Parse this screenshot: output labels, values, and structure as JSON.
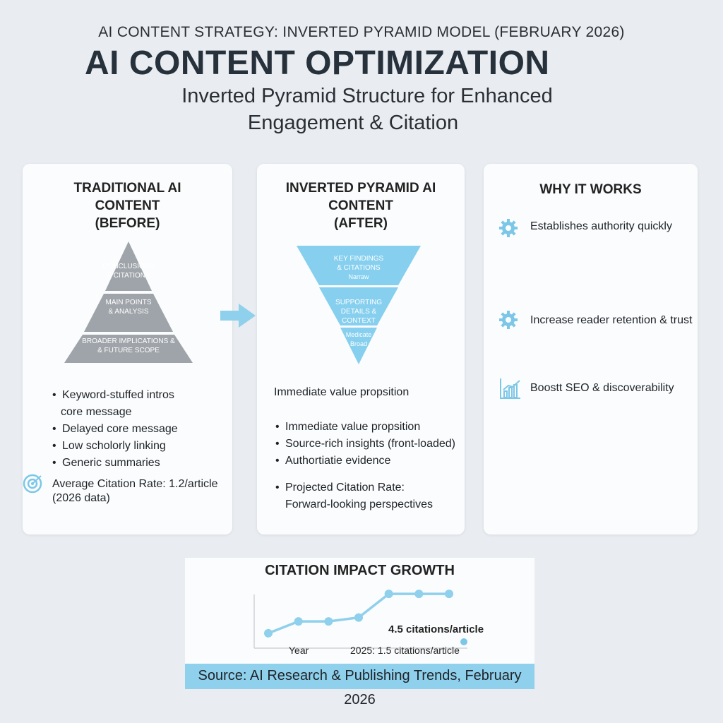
{
  "header": {
    "kicker": "AI CONTENT STRATEGY: INVERTED PYRAMID MODEL (FEBRUARY 2026)",
    "title": "AI CONTENT OPTIMIZATION",
    "subtitle_line1": "Inverted Pyramid Structure for Enhanced",
    "subtitle_line2": "Engagement & Citation"
  },
  "before": {
    "title_line1": "TRADITIONAL AI",
    "title_line2": "CONTENT",
    "title_line3": "(BEFORE)",
    "pyramid": {
      "top_l1": "CONCLUSIONS",
      "top_l2": "& CITATIONS",
      "mid_l1": "MAIN POINTS",
      "mid_l2": "& ANALYSIS",
      "bot_l1": "BROADER IMPLICATIONS &",
      "bot_l2": "& FUTURE SCOPE"
    },
    "items": [
      "Keyword-stuffed intros",
      "core message",
      "Delayed core message",
      "Low scholorly linking",
      "Generic summaries"
    ],
    "citation_line1": "Average Citation Rate: 1.2/article",
    "citation_line2": "(2026 data)"
  },
  "after": {
    "title_line1": "INVERTED PYRAMID AI",
    "title_line2": "CONTENT",
    "title_line3": "(AFTER)",
    "pyramid": {
      "top_l1": "KEY FINDINGS",
      "top_l2": "& CITATIONS",
      "top_small": "Narraw",
      "mid_l1": "SUPPORTING",
      "mid_l2": "DETAILS & CONTEXT",
      "bot_l1": "Medicate",
      "bot_l2": "Broad"
    },
    "lead": "Immediate value propsition",
    "items": [
      "Immediate value propsition",
      "Source-rich insights (front-loaded)",
      "Authortiatie evidence",
      "Projected Citation Rate:",
      "Forward-looking perspectives"
    ]
  },
  "why": {
    "title": "WHY IT WORKS",
    "items": [
      {
        "label": "Establishes authority quickly",
        "icon": "gear-icon"
      },
      {
        "label": "Increase reader retention & trust",
        "icon": "gear-icon"
      },
      {
        "label": "Boostt SEO & discoverability",
        "icon": "bar-chart-icon"
      }
    ]
  },
  "chart_data": {
    "type": "line",
    "title": "CITATION IMPACT GROWTH",
    "xlabel": "Year",
    "values": [
      1.2,
      1.5,
      1.5,
      1.6,
      2.2,
      2.2,
      2.2
    ],
    "ylim": [
      1.0,
      2.4
    ],
    "grid": false,
    "annotations": [
      "4.5 citations/article",
      "2025: 1.5 citations/article"
    ],
    "color": "#7cc7e8"
  },
  "source": "Source: AI Research & Publishing Trends, February 2026",
  "colors": {
    "accent": "#7cc7e8",
    "pyramid_gray": "#9fa4aa",
    "pyramid_blue": "#86cfee",
    "background": "#e9ecf0"
  }
}
